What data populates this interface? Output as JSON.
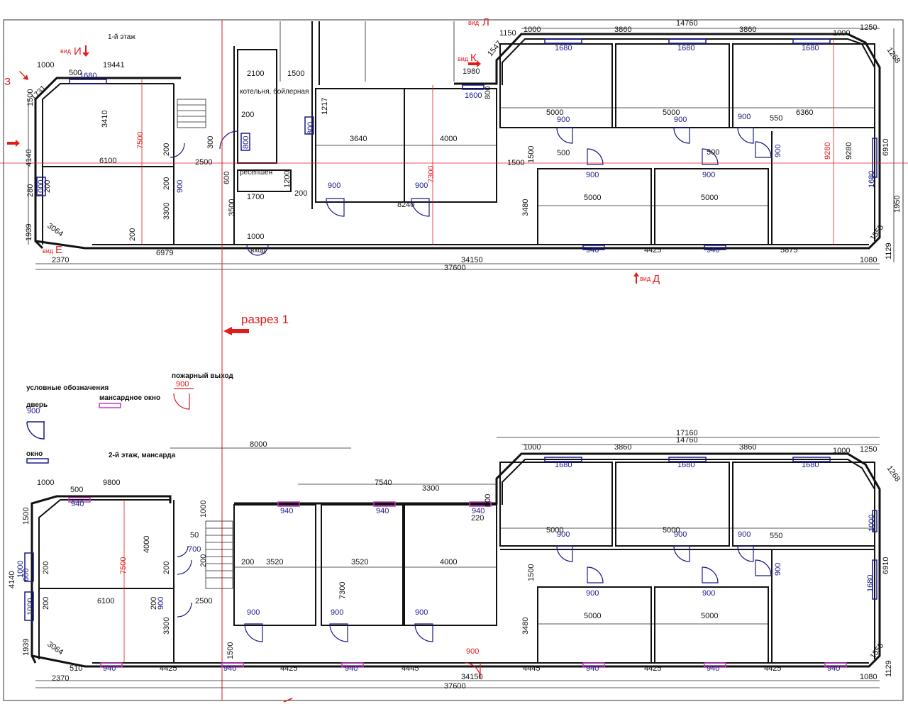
{
  "floor1": {
    "title": "1-й этаж",
    "rooms": {
      "boiler": "котельня, бойлерная",
      "reception": "ресепшен",
      "entrance": "вход"
    },
    "views": {
      "vid_I": "И",
      "vid_Z": "З",
      "vid_K": "К",
      "vid_L": "Л",
      "vid_E": "Е",
      "vid_D": "Д",
      "vid_word": "вид"
    },
    "dims": {
      "top_total": "14760",
      "top_a": "1000",
      "top_b": "3860",
      "top_c": "3860",
      "top_d": "1000",
      "top_e": "1250",
      "top_f": "1150",
      "left_top": "19441",
      "left_1000": "1000",
      "left_500": "500",
      "w1680": "1680",
      "w1600": "1600",
      "d1500": "1500",
      "d2100": "2100",
      "d1980": "1980",
      "d800": "800",
      "d1217": "1217",
      "d3410": "3410",
      "d6100": "6100",
      "d7500": "7500",
      "d200": "200",
      "d300": "300",
      "d2500": "2500",
      "d900": "900",
      "d3640": "3640",
      "d4000": "4000",
      "d7300": "7300",
      "d8240": "8240",
      "d1200": "1200",
      "d1700": "1700",
      "d600": "600",
      "d3500": "3500",
      "d3300": "3300",
      "d4140": "4140",
      "d280": "280",
      "d1939": "1939",
      "d3064": "3064",
      "d2370": "2370",
      "d6979": "6979",
      "d34150": "34150",
      "d37600": "37600",
      "d1080": "1080",
      "d5000": "5000",
      "d550": "550",
      "d6360": "6360",
      "d9280": "9280",
      "d6910": "6910",
      "d1950": "1950",
      "d1129": "1129",
      "d1555": "1555",
      "d3480": "3480",
      "d4425": "4425",
      "d940": "940",
      "d5875": "5875",
      "d1731": "1731",
      "d1547": "1547",
      "d1268": "1268"
    }
  },
  "section": {
    "label": "разрез 1"
  },
  "legend": {
    "title": "условные обозначения",
    "door": "дверь",
    "window": "окно",
    "roof_window": "мансардное окно",
    "fire_exit": "пожарный выход",
    "door_dim": "900"
  },
  "floor2": {
    "title": "2-й этаж, мансарда",
    "dims": {
      "top_total": "17160",
      "top_inner": "14760",
      "d8000": "8000",
      "d9800": "9800",
      "d7540": "7540",
      "d3300": "3300",
      "d3520": "3520",
      "d220": "220",
      "d50": "50",
      "d700": "700",
      "d4445": "4445",
      "d510": "510"
    }
  },
  "colors": {
    "wall": "#111111",
    "annotation": "#e21b1b",
    "door": "#1a1a8c",
    "roof_window": "#c23bc2"
  }
}
